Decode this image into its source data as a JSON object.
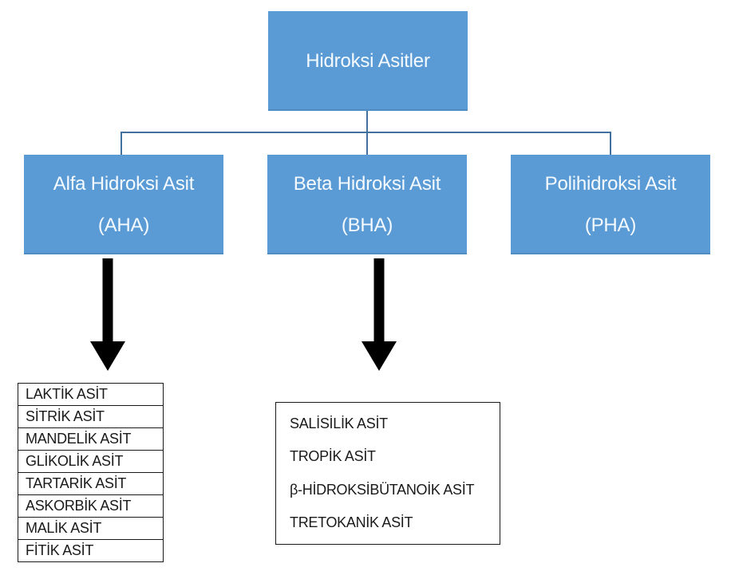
{
  "colors": {
    "node_fill": "#5b9bd5",
    "node_text": "#f4faff",
    "connector": "#41719c",
    "arrow": "#000000",
    "list_border": "#1a1a1a",
    "list_text": "#1a1a1a",
    "background": "#ffffff"
  },
  "diagram": {
    "root": {
      "label": "Hidroksi Asitler"
    },
    "children": [
      {
        "label": "Alfa Hidroksi Asit",
        "abbr": "(AHA)"
      },
      {
        "label": "Beta Hidroksi Asit",
        "abbr": "(BHA)"
      },
      {
        "label": "Polihidroksi Asit",
        "abbr": "(PHA)"
      }
    ],
    "aha_list": [
      "LAKTİK ASİT",
      "SİTRİK ASİT",
      "MANDELİK ASİT",
      "GLİKOLİK ASİT",
      "TARTARİK ASİT",
      "ASKORBİK ASİT",
      "MALİK ASİT",
      "FİTİK ASİT"
    ],
    "bha_list": [
      "SALİSİLİK ASİT",
      "TROPİK ASİT",
      "β-HİDROKSİBÜTANOİK ASİT",
      "TRETOKANİK ASİT"
    ]
  }
}
